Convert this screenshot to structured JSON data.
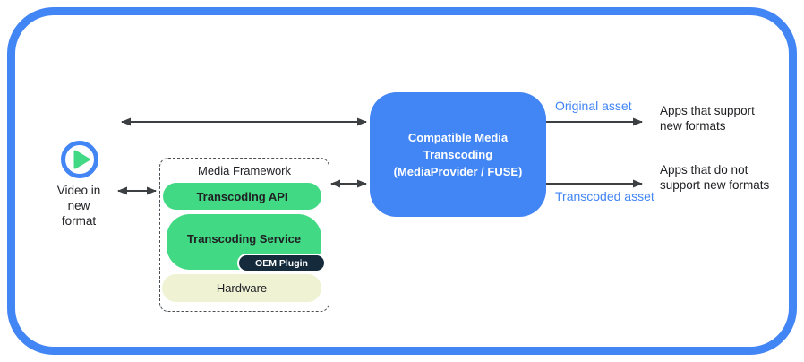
{
  "colors": {
    "accent_blue": "#4285F4",
    "pill_green": "#41D983",
    "oem_navy": "#152B3C",
    "hardware_cream": "#EFF3D4",
    "arrow_gray": "#3C4043"
  },
  "source": {
    "icon": "play-icon",
    "label": "Video in\nnew\nformat"
  },
  "media_framework": {
    "title": "Media Framework",
    "layers": [
      {
        "label": "Transcoding API"
      },
      {
        "label": "Transcoding Service",
        "sub": "OEM Plugin"
      },
      {
        "label": "Hardware"
      }
    ]
  },
  "transcoding_box": {
    "label": "Compatible Media\nTranscoding\n(MediaProvider / FUSE)"
  },
  "outputs": [
    {
      "edge_label": "Original asset",
      "target": "Apps that support\nnew formats"
    },
    {
      "edge_label": "Transcoded asset",
      "target": "Apps that do not\nsupport new formats"
    }
  ]
}
